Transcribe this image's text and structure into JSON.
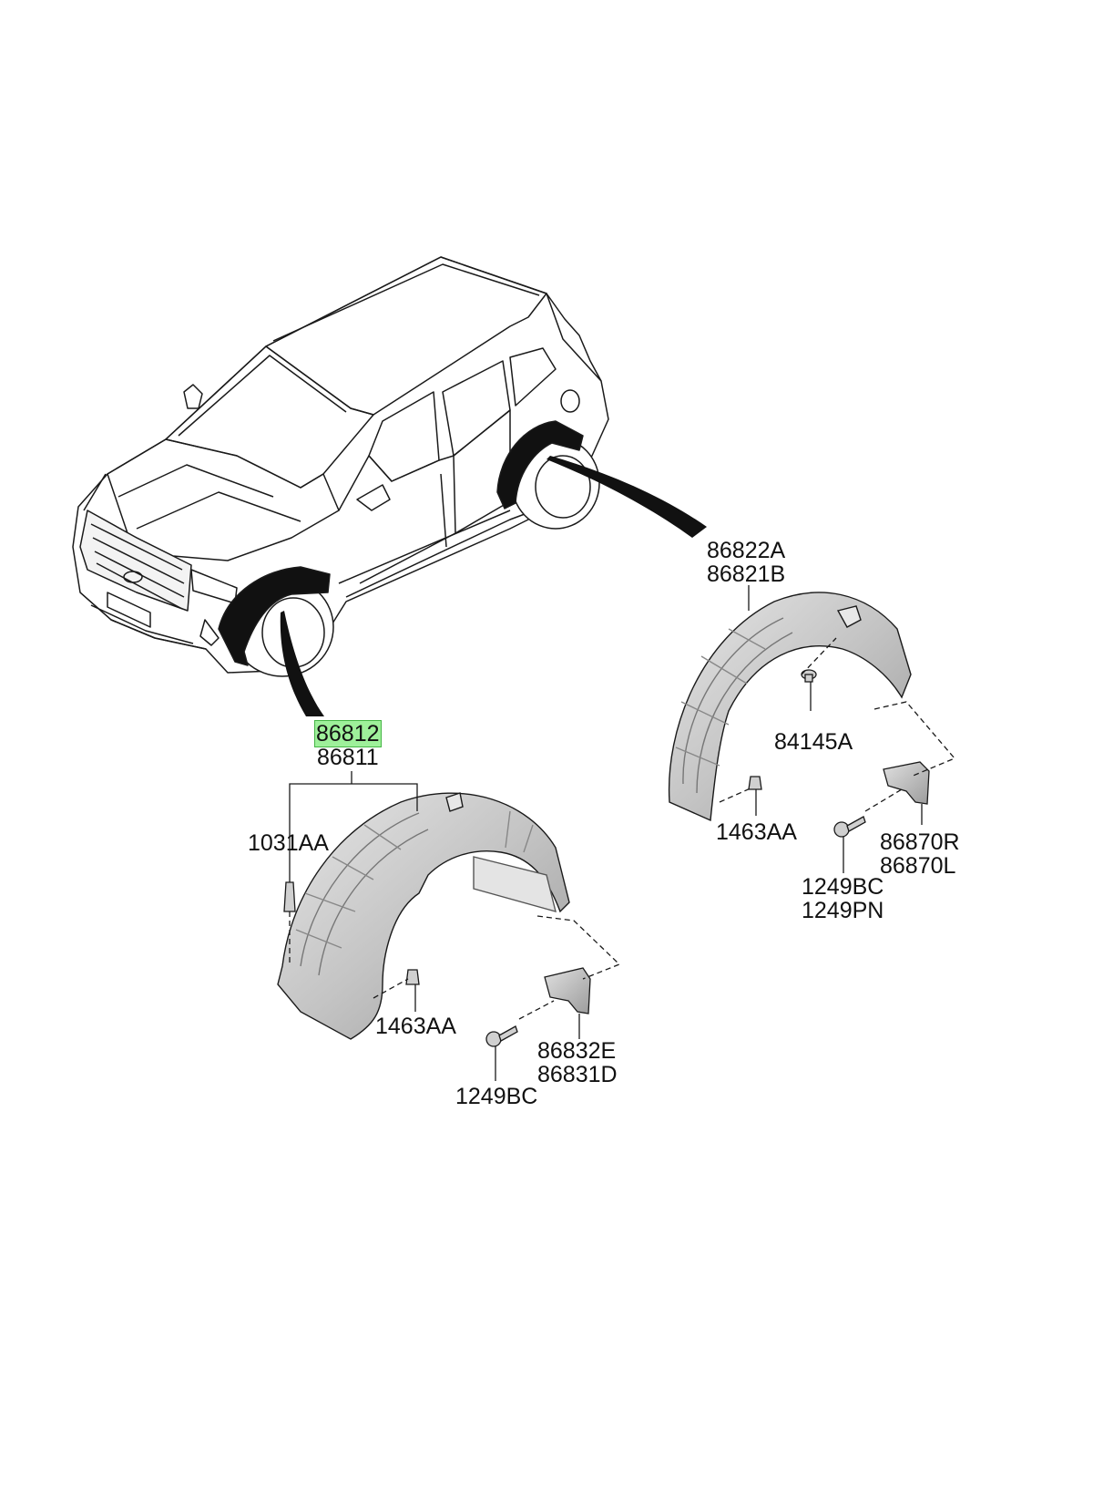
{
  "diagram": {
    "parts": {
      "rear_liner": [
        "86822A",
        "86821B"
      ],
      "rear_clip": "84145A",
      "rear_fastener_left": "1463AA",
      "rear_mudguard": [
        "86870R",
        "86870L"
      ],
      "rear_screws": [
        "1249BC",
        "1249PN"
      ],
      "front_liner": [
        "86812",
        "86811"
      ],
      "front_nut": "1031AA",
      "front_fastener": "1463AA",
      "front_mudguard": [
        "86832E",
        "86831D"
      ],
      "front_screw": "1249BC"
    },
    "highlighted_part": "86812",
    "colors": {
      "highlight_fill": "#9ef09a",
      "highlight_border": "#45b545",
      "part_fill": "#c8c8c8",
      "line": "#1a1a1a"
    }
  }
}
